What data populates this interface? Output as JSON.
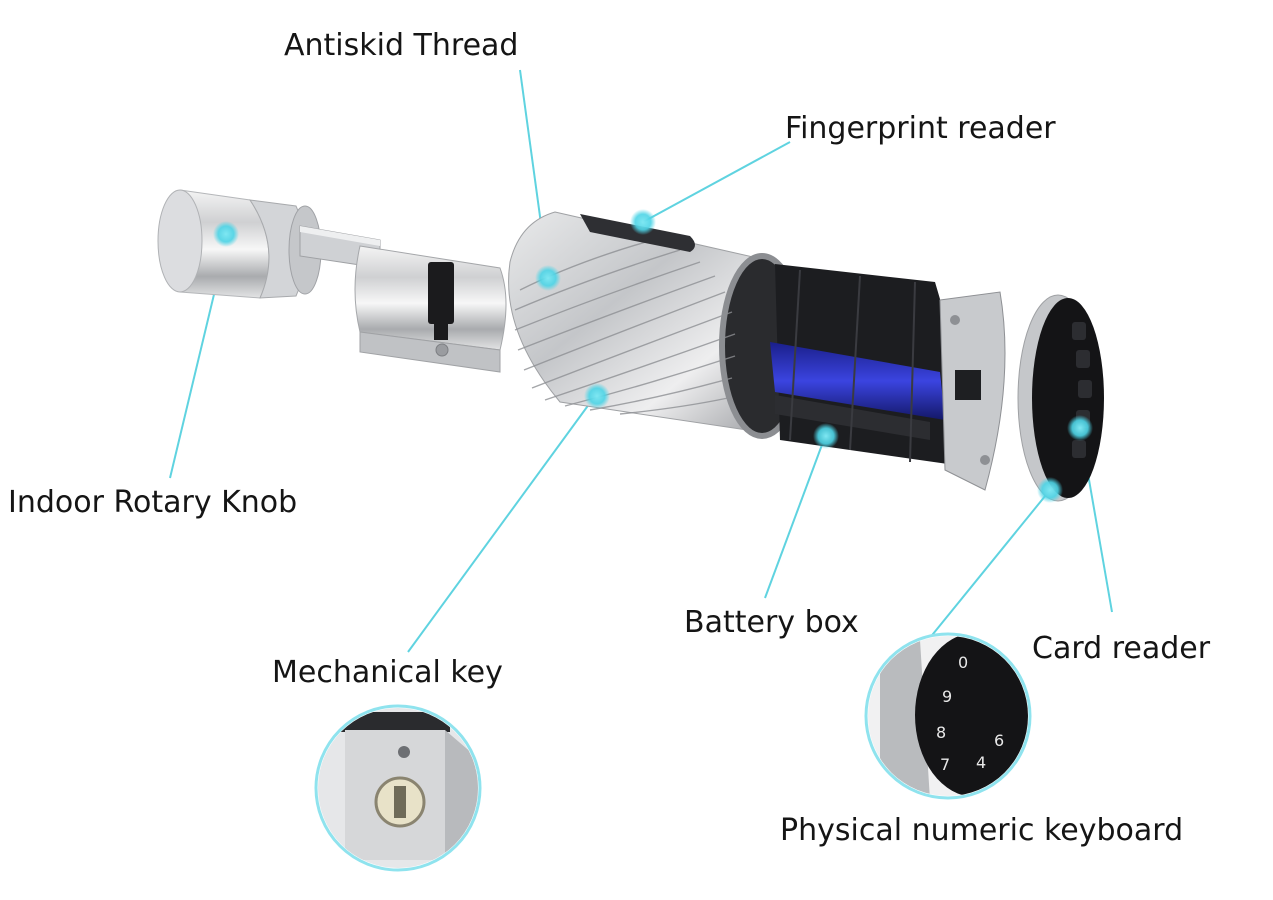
{
  "diagram": {
    "accent_color": "#5fd3e0",
    "labels": {
      "antiskid_thread": "Antiskid Thread",
      "fingerprint_reader": "Fingerprint reader",
      "indoor_rotary_knob": "Indoor Rotary Knob",
      "battery_box": "Battery box",
      "card_reader": "Card reader",
      "mechanical_key": "Mechanical key",
      "physical_numeric_keyboard": "Physical numeric keyboard"
    },
    "keypad_digits": [
      "0",
      "9",
      "8",
      "7",
      "6",
      "4"
    ]
  }
}
